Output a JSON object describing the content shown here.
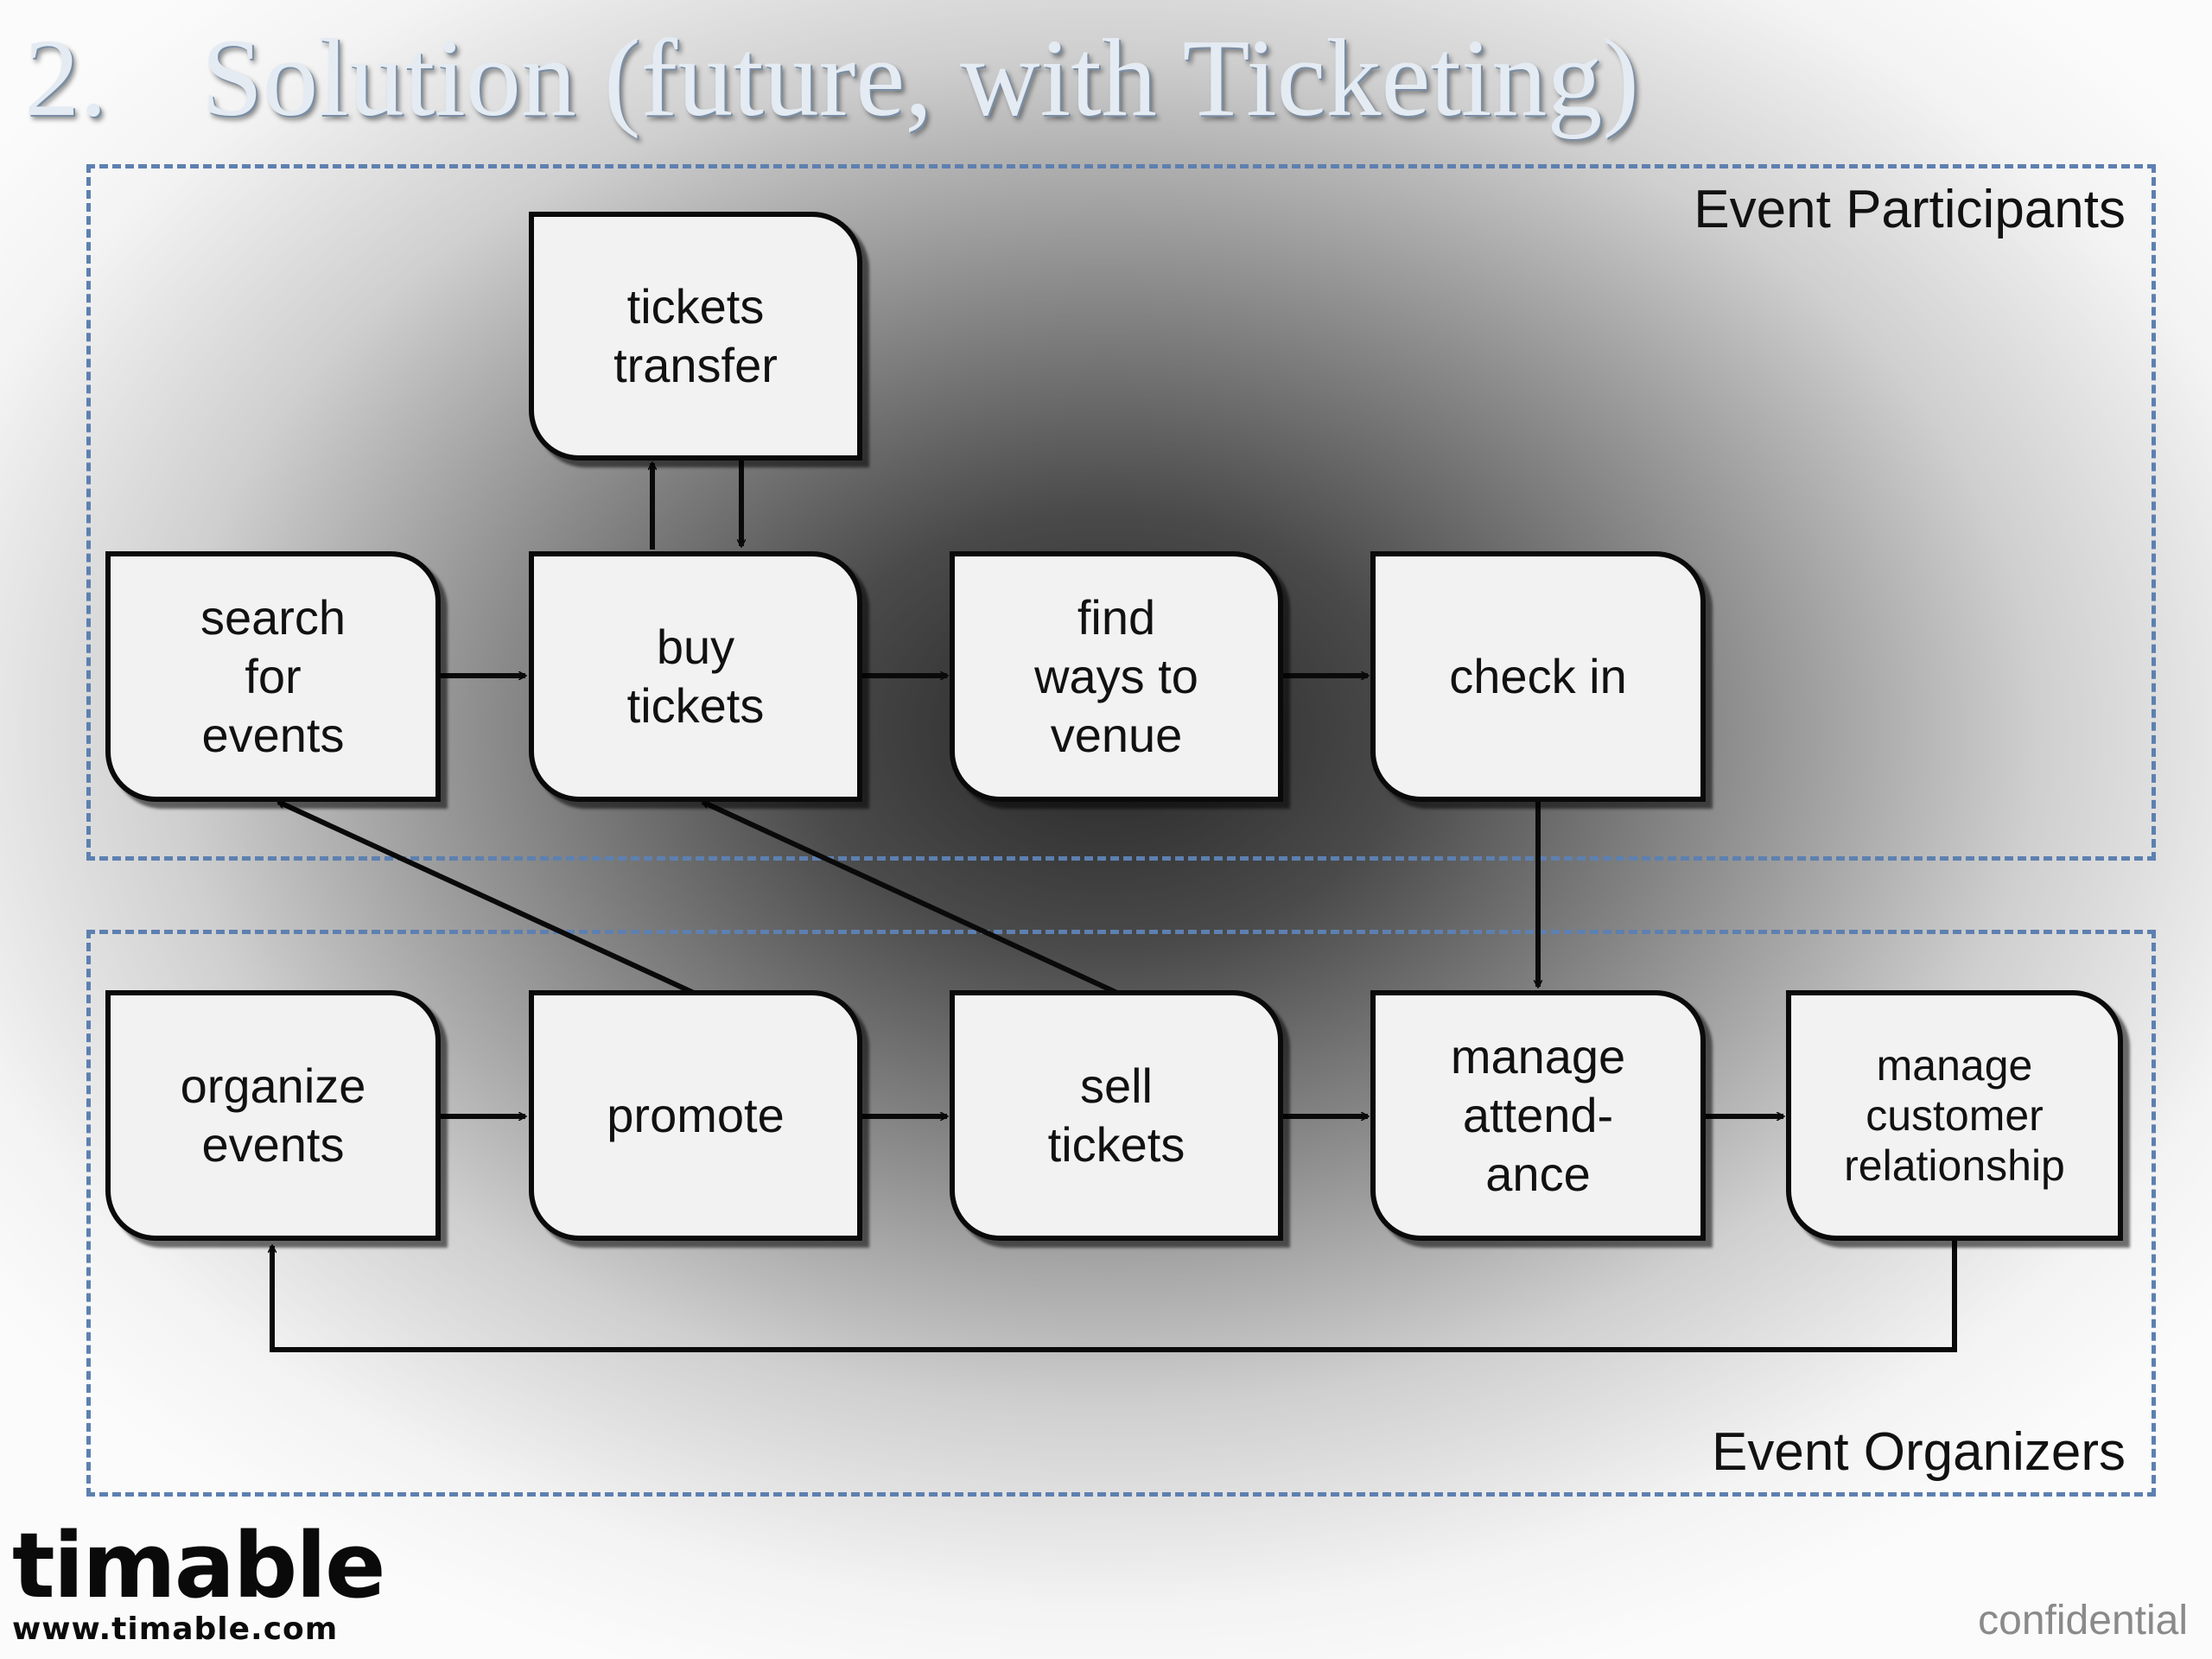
{
  "slide": {
    "title_number": "2.",
    "title_text": "Solution (future, with Ticketing)",
    "footer": "confidential"
  },
  "groups": {
    "participants": "Event Participants",
    "organizers": "Event Organizers"
  },
  "nodes": {
    "tickets_transfer": "tickets\ntransfer",
    "search_for_events": "search\nfor\nevents",
    "buy_tickets": "buy\ntickets",
    "find_ways_to_venue": "find\nways to\nvenue",
    "check_in": "check in",
    "organize_events": "organize\nevents",
    "promote": "promote",
    "sell_tickets": "sell\ntickets",
    "manage_attendance": "manage\nattend-\nance",
    "manage_crm": "manage\ncustomer\nrelationship"
  },
  "logo": {
    "wordmark": "timable",
    "url": "www.timable.com"
  },
  "colors": {
    "dashed_border": "#5d80b0",
    "node_fill": "#f2f2f2",
    "title": "#e4ebf3"
  }
}
